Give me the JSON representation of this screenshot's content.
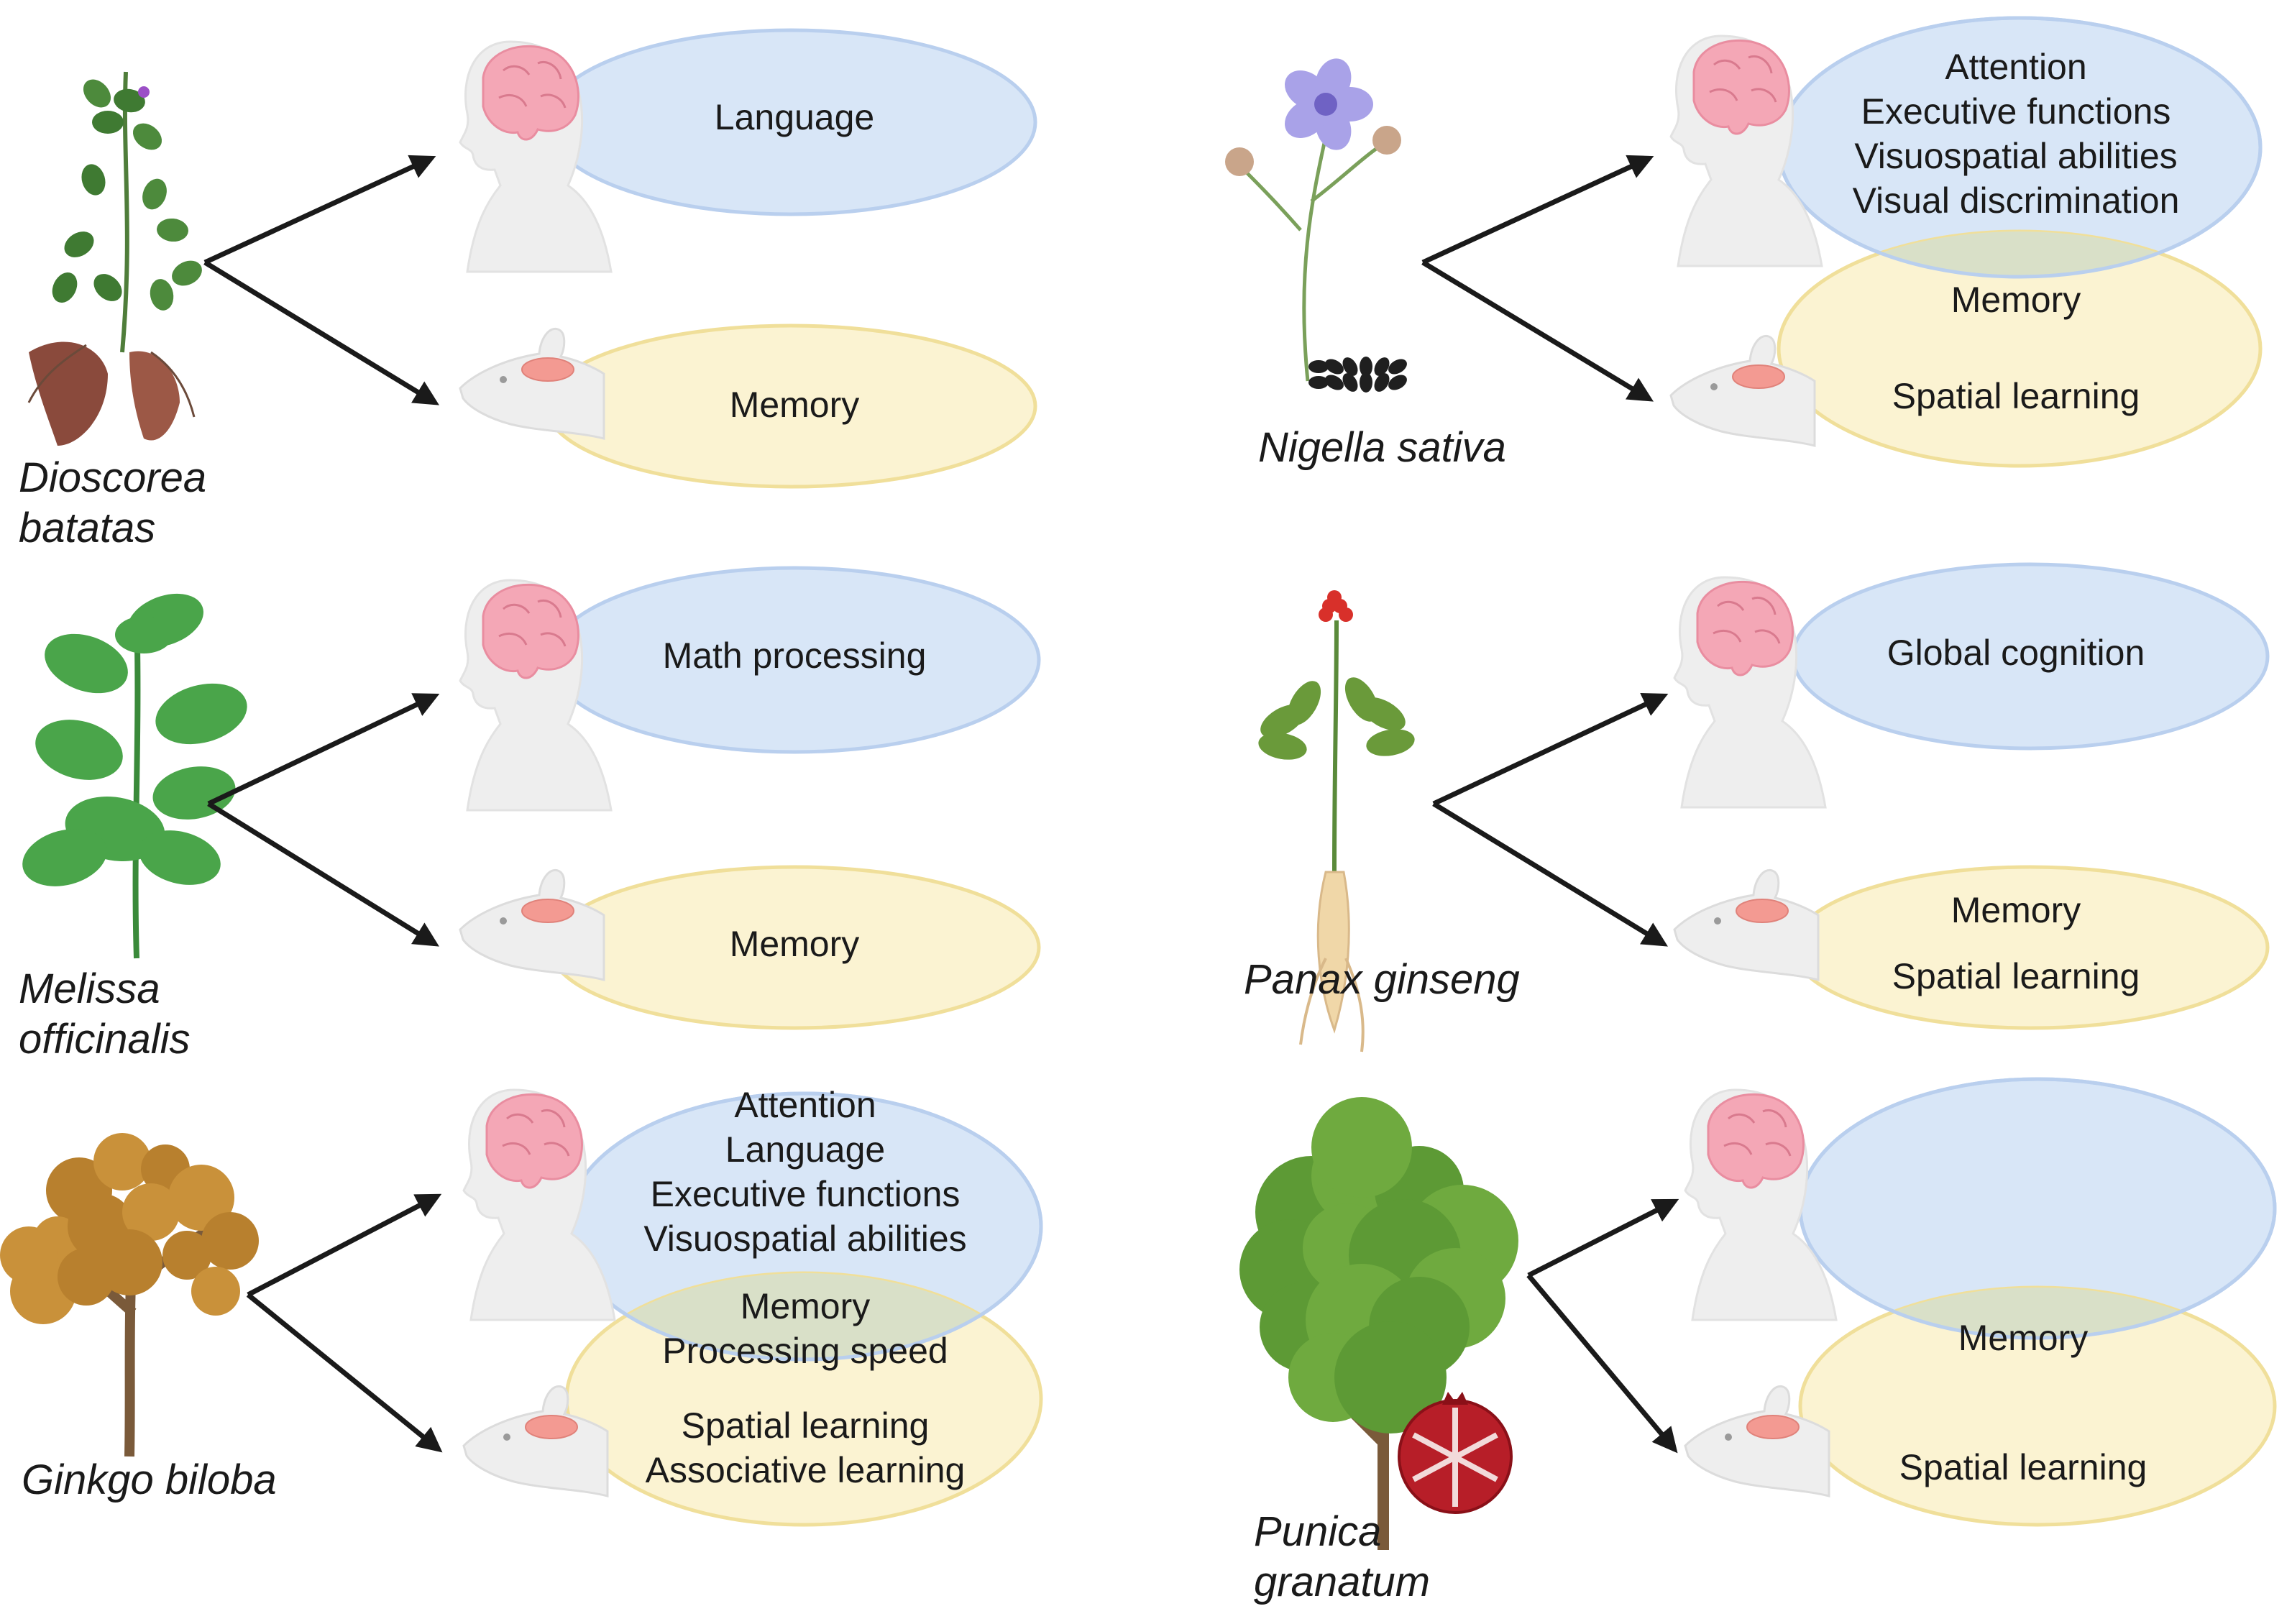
{
  "panels": [
    {
      "id": "dioscorea",
      "plant": "yam-plant",
      "species_lines": [
        "Dioscorea",
        "batatas"
      ],
      "layout": "separate",
      "human_labels": [
        "Language"
      ],
      "shared_labels": [],
      "animal_labels": [
        "Memory"
      ]
    },
    {
      "id": "nigella",
      "plant": "nigella-plant",
      "species_lines": [
        "Nigella sativa"
      ],
      "layout": "overlap",
      "human_labels": [
        "Attention",
        "Executive functions",
        "Visuospatial abilities",
        "Visual discrimination"
      ],
      "shared_labels": [
        "Memory"
      ],
      "animal_labels": [
        "Spatial learning"
      ]
    },
    {
      "id": "melissa",
      "plant": "lemon-balm-plant",
      "species_lines": [
        "Melissa",
        "officinalis"
      ],
      "layout": "separate",
      "human_labels": [
        "Math processing"
      ],
      "shared_labels": [],
      "animal_labels": [
        "Memory"
      ]
    },
    {
      "id": "panax",
      "plant": "ginseng-plant",
      "species_lines": [
        "Panax ginseng"
      ],
      "layout": "separate",
      "human_labels": [
        "Global cognition"
      ],
      "shared_labels": [],
      "animal_labels": [
        "Memory",
        "Spatial learning"
      ]
    },
    {
      "id": "ginkgo",
      "plant": "ginkgo-tree",
      "species_lines": [
        "Ginkgo biloba"
      ],
      "layout": "overlap",
      "human_labels": [
        "Attention",
        "Language",
        "Executive functions",
        "Visuospatial abilities"
      ],
      "shared_labels": [
        "Memory",
        "Processing speed"
      ],
      "animal_labels": [
        "Spatial learning",
        "Associative learning"
      ]
    },
    {
      "id": "punica",
      "plant": "pomegranate-tree",
      "species_lines": [
        "Punica",
        "granatum"
      ],
      "layout": "overlap",
      "human_labels": [],
      "shared_labels": [
        "Memory"
      ],
      "animal_labels": [
        "Spatial learning"
      ]
    }
  ],
  "colors": {
    "human_fill": "#d8e6f7",
    "human_stroke": "#b9cfee",
    "animal_fill": "#fbf3d2",
    "animal_stroke": "#f0df9a",
    "overlap_fill": "#d9e0c8",
    "brain": "#f4a7b6",
    "rat_brain": "#f39a92",
    "silhouette": "#eeeeee",
    "arrow": "#1a1a1a"
  }
}
